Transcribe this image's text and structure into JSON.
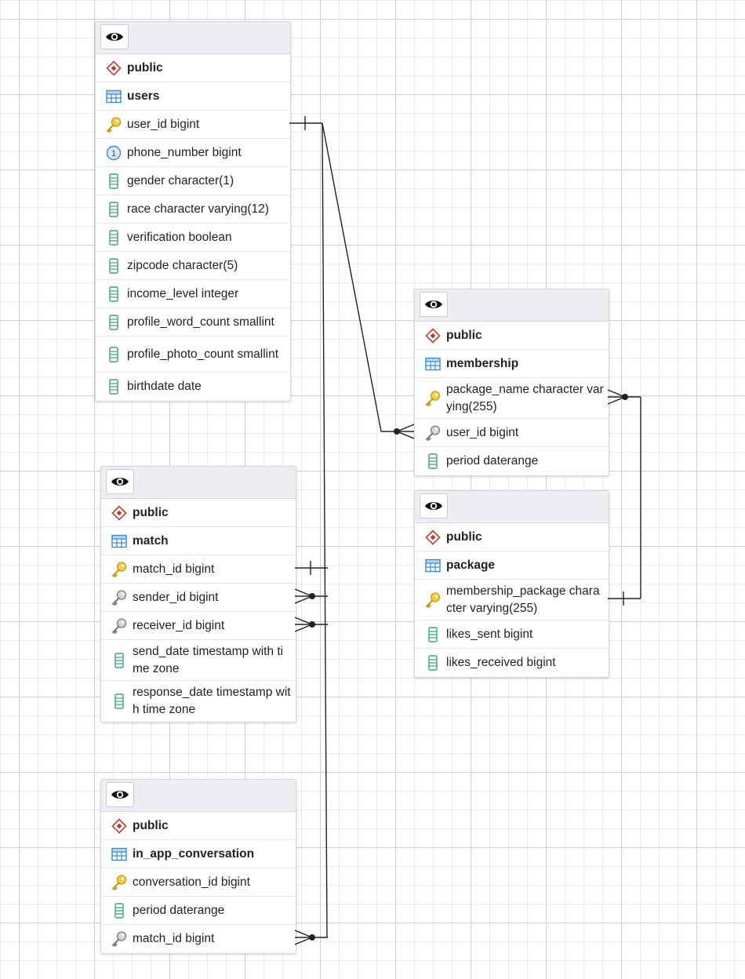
{
  "tables": [
    {
      "id": "users",
      "schema": "public",
      "name": "users",
      "columns": [
        {
          "text": "user_id bigint",
          "icon": "primary-key-icon"
        },
        {
          "text": "phone_number bigint",
          "icon": "unique-constraint-icon"
        },
        {
          "text": "gender character(1)",
          "icon": "column-icon"
        },
        {
          "text": "race character varying(12)",
          "icon": "column-icon"
        },
        {
          "text": "verification boolean",
          "icon": "column-icon"
        },
        {
          "text": "zipcode character(5)",
          "icon": "column-icon"
        },
        {
          "text": "income_level integer",
          "icon": "column-icon"
        },
        {
          "text": "profile_word_count smallint",
          "icon": "column-icon"
        },
        {
          "text": "profile_photo_count smallint",
          "icon": "column-icon"
        },
        {
          "text": "birthdate date",
          "icon": "column-icon"
        }
      ]
    },
    {
      "id": "match",
      "schema": "public",
      "name": "match",
      "columns": [
        {
          "text": "match_id bigint",
          "icon": "primary-key-icon"
        },
        {
          "text": "sender_id bigint",
          "icon": "foreign-key-icon"
        },
        {
          "text": "receiver_id bigint",
          "icon": "foreign-key-icon"
        },
        {
          "text": "send_date timestamp with time zone",
          "icon": "column-icon"
        },
        {
          "text": "response_date timestamp with time zone",
          "icon": "column-icon"
        }
      ]
    },
    {
      "id": "in_app_conversation",
      "schema": "public",
      "name": "in_app_conversation",
      "columns": [
        {
          "text": "conversation_id bigint",
          "icon": "primary-key-icon"
        },
        {
          "text": "period daterange",
          "icon": "column-icon"
        },
        {
          "text": "match_id bigint",
          "icon": "foreign-key-icon"
        }
      ]
    },
    {
      "id": "membership",
      "schema": "public",
      "name": "membership",
      "columns": [
        {
          "text": "package_name character varying(255)",
          "icon": "primary-key-icon"
        },
        {
          "text": "user_id bigint",
          "icon": "foreign-key-icon"
        },
        {
          "text": "period daterange",
          "icon": "column-icon"
        }
      ]
    },
    {
      "id": "package",
      "schema": "public",
      "name": "package",
      "columns": [
        {
          "text": "membership_package character varying(255)",
          "icon": "primary-key-icon"
        },
        {
          "text": "likes_sent bigint",
          "icon": "column-icon"
        },
        {
          "text": "likes_received bigint",
          "icon": "column-icon"
        }
      ]
    }
  ],
  "relationships": [
    {
      "from": "users.user_id",
      "to": "membership.user_id"
    },
    {
      "from": "users.user_id",
      "to": "match.sender_id"
    },
    {
      "from": "users.user_id",
      "to": "match.receiver_id"
    },
    {
      "from": "match.match_id",
      "to": "in_app_conversation.match_id"
    },
    {
      "from": "package.membership_package",
      "to": "membership.package_name"
    }
  ],
  "icons": {
    "eye": "eye-icon",
    "schema": "schema-icon",
    "table": "table-icon"
  },
  "colors": {
    "line": "#222222",
    "schema_icon": "#c0392b",
    "table_icon": "#3a8ad6",
    "primary_key": "#e6b422",
    "foreign_key": "#8c8c8c",
    "column": "#3aa57a",
    "unique": "#3a8ad6"
  }
}
